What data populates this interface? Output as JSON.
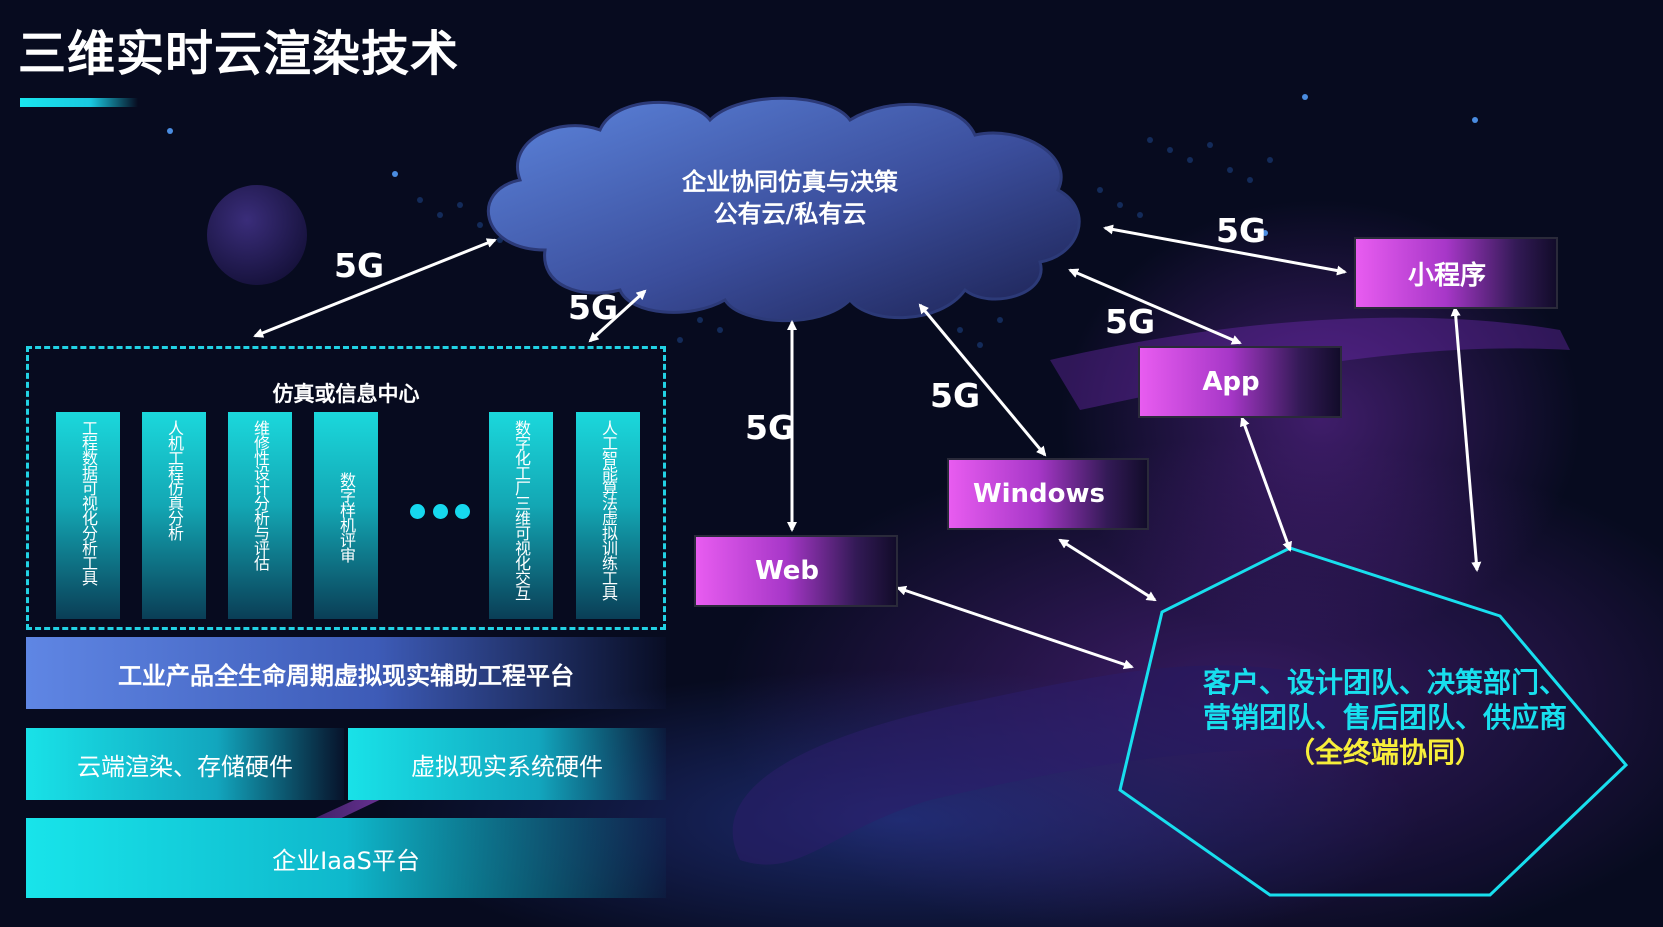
{
  "title": "三维实时云渲染技术",
  "cloud": {
    "line1": "企业协同仿真与决策",
    "line2": "公有云/私有云"
  },
  "center": {
    "title": "仿真或信息中心",
    "tools": [
      "工程数据可视化分析工具",
      "人机工程仿真分析",
      "维修性设计分析与评估",
      "数字样机评审",
      "数字化工厂三维可视化交互",
      "人工智能算法虚拟训练工具"
    ],
    "ellipsis": "●●●"
  },
  "platform_label": "工业产品全生命周期虚拟现实辅助工程平台",
  "hardware": {
    "render": "云端渲染、存储硬件",
    "vr": "虚拟现实系统硬件"
  },
  "iaas_label": "企业IaaS平台",
  "terminals": {
    "web": "Web",
    "windows": "Windows",
    "app": "App",
    "mini": "小程序"
  },
  "network_label": "5G",
  "users": {
    "line1": "客户、设计团队、决策部门、",
    "line2": "营销团队、售后团队、供应商",
    "line3": "（全终端协同）"
  },
  "colors": {
    "cyan": "#18dfee",
    "magenta": "#e85cf0",
    "highlight": "#f7ee3a",
    "background": "#070b1f"
  }
}
